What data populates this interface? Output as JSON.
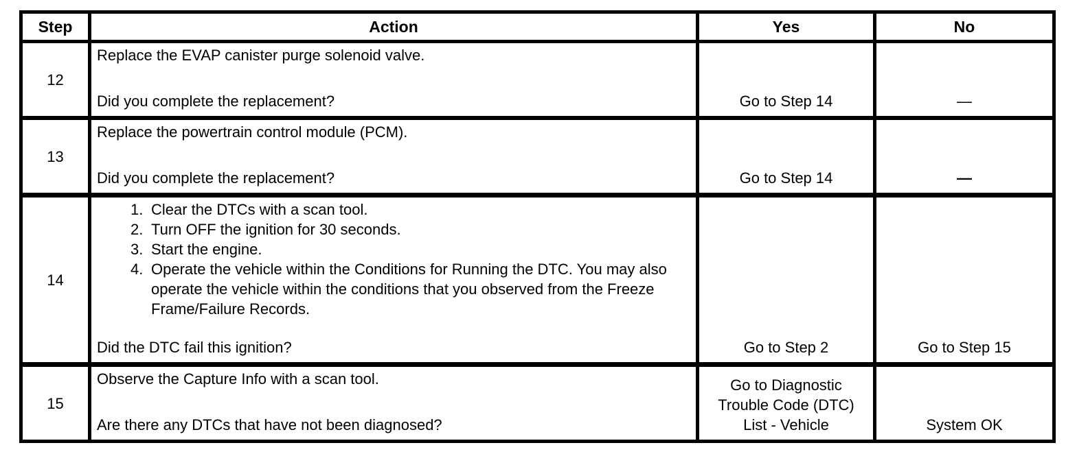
{
  "colors": {
    "background": "#ffffff",
    "border": "#000000",
    "text": "#000000"
  },
  "table": {
    "headers": {
      "step": "Step",
      "action": "Action",
      "yes": "Yes",
      "no": "No"
    },
    "rows": [
      {
        "step": "12",
        "text": "Replace the EVAP canister purge solenoid valve.",
        "question": "Did you complete the replacement?",
        "yes": "Go to Step 14",
        "no": "—"
      },
      {
        "step": "13",
        "text": "Replace the powertrain control module (PCM).",
        "question": "Did you complete the replacement?",
        "yes": "Go to Step 14",
        "no": "—"
      },
      {
        "step": "14",
        "list": [
          "Clear the DTCs with a scan tool.",
          "Turn OFF the ignition for 30 seconds.",
          "Start the engine.",
          "Operate the vehicle within the Conditions for Running the DTC. You may also operate the vehicle within the conditions that you observed from the Freeze Frame/Failure Records."
        ],
        "question": "Did the DTC fail this ignition?",
        "yes": "Go to Step 2",
        "no": "Go to Step 15"
      },
      {
        "step": "15",
        "text": "Observe the Capture Info with a scan tool.",
        "question": "Are there any DTCs that have not been diagnosed?",
        "yes": "Go to Diagnostic Trouble Code (DTC) List - Vehicle",
        "no": "System OK"
      }
    ]
  }
}
